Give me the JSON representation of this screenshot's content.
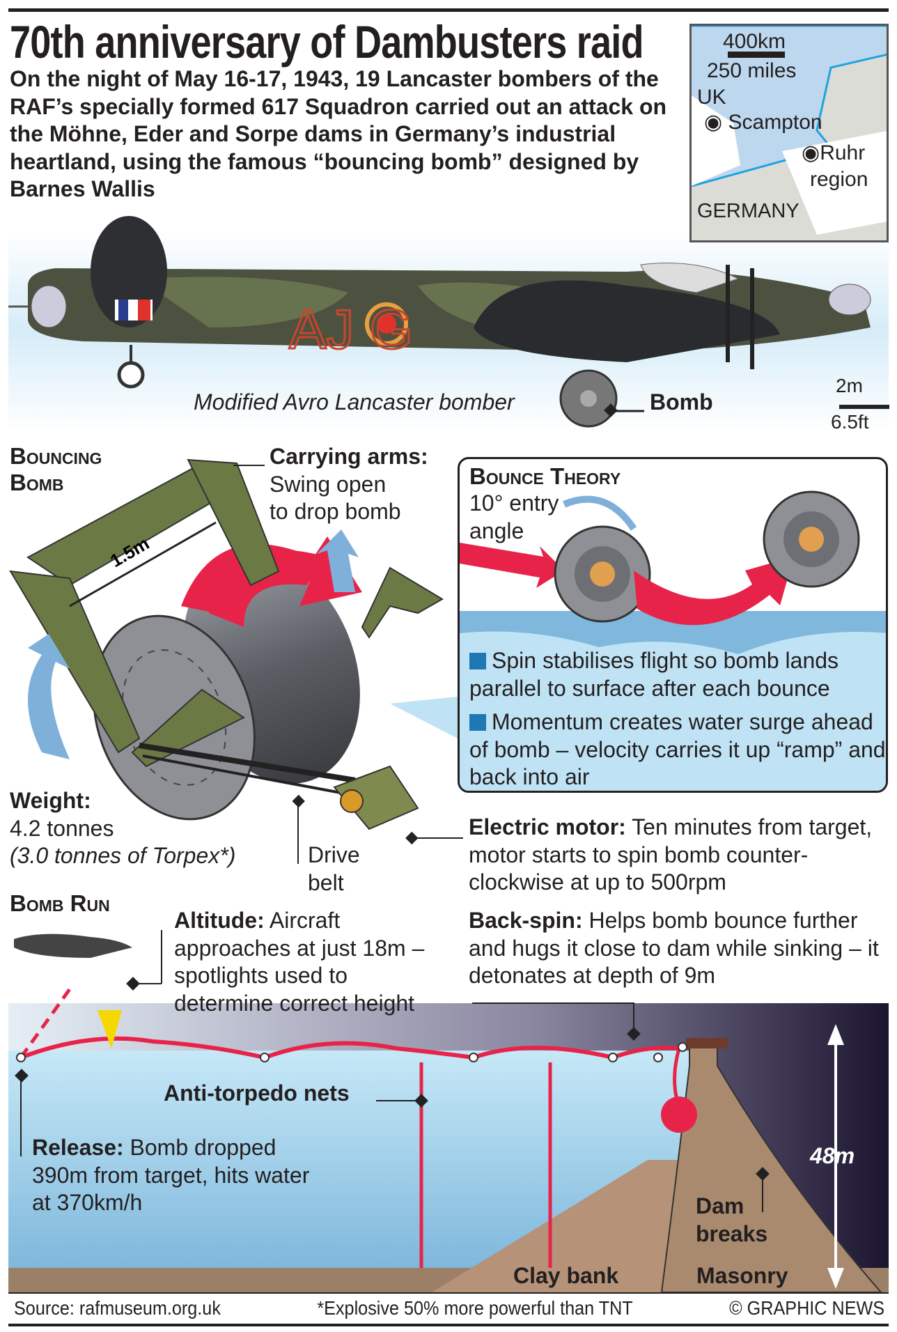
{
  "title": "70th anniversary of Dambusters raid",
  "intro": "On the night of May 16-17, 1943, 19 Lancaster bombers of the RAF’s specially formed 617 Squadron carried out an attack on the Möhne, Eder and Sorpe dams in Germany’s industrial heartland, using the famous “bouncing bomb” designed by Barnes Wallis",
  "map": {
    "scale_km": "400km",
    "scale_miles": "250 miles",
    "labels": {
      "uk": "UK",
      "scampton": "Scampton",
      "ruhr": "Ruhr",
      "region": "region",
      "germany": "GERMANY"
    }
  },
  "aircraft": {
    "caption": "Modified Avro Lancaster bomber",
    "code": "AJ G",
    "bomb_label": "Bomb",
    "scale_m": "2m",
    "scale_ft": "6.5ft"
  },
  "bouncing_bomb": {
    "heading_line1": "Bouncing",
    "heading_line2": "Bomb",
    "arms_title": "Carrying arms:",
    "arms_line1": "Swing open",
    "arms_line2": "to drop bomb",
    "dimension": "1.5m",
    "weight_title": "Weight:",
    "weight_value": "4.2 tonnes",
    "weight_note": "(3.0 tonnes of Torpex*)",
    "belt_line1": "Drive",
    "belt_line2": "belt"
  },
  "bounce_theory": {
    "heading": "Bounce Theory",
    "angle_line1": "10° entry",
    "angle_line2": "angle",
    "point1": "Spin stabilises flight so bomb lands parallel to surface after each bounce",
    "point2": "Momentum creates water surge ahead of bomb – velocity carries it up “ramp” and back into air"
  },
  "motor": {
    "title": "Electric motor:",
    "text": "Ten minutes from target, motor starts to spin bomb counter-clockwise at up to 500rpm"
  },
  "backspin": {
    "title": "Back-spin:",
    "text": "Helps bomb bounce further and hugs it close to dam while sinking – it detonates at depth of 9m"
  },
  "bomb_run": {
    "heading": "Bomb Run",
    "altitude_title": "Altitude:",
    "altitude_text": "Aircraft approaches at just 18m – spotlights used to determine correct height",
    "nets": "Anti-torpedo nets",
    "release_title": "Release:",
    "release_text": "Bomb dropped 390m from target, hits water at 370km/h",
    "dam_height": "48m",
    "dam_breaks_line1": "Dam",
    "dam_breaks_line2": "breaks",
    "clay_bank": "Clay bank",
    "masonry": "Masonry"
  },
  "footer": {
    "source": "Source: rafmuseum.org.uk",
    "note": "*Explosive 50% more powerful than TNT",
    "credit": "© GRAPHIC NEWS"
  },
  "colors": {
    "accent_red": "#e8234a",
    "water_blue": "#bfe3f5",
    "arrow_blue": "#7fb0d9",
    "bullet_blue": "#1f78b4",
    "olive": "#5e6b3a"
  }
}
